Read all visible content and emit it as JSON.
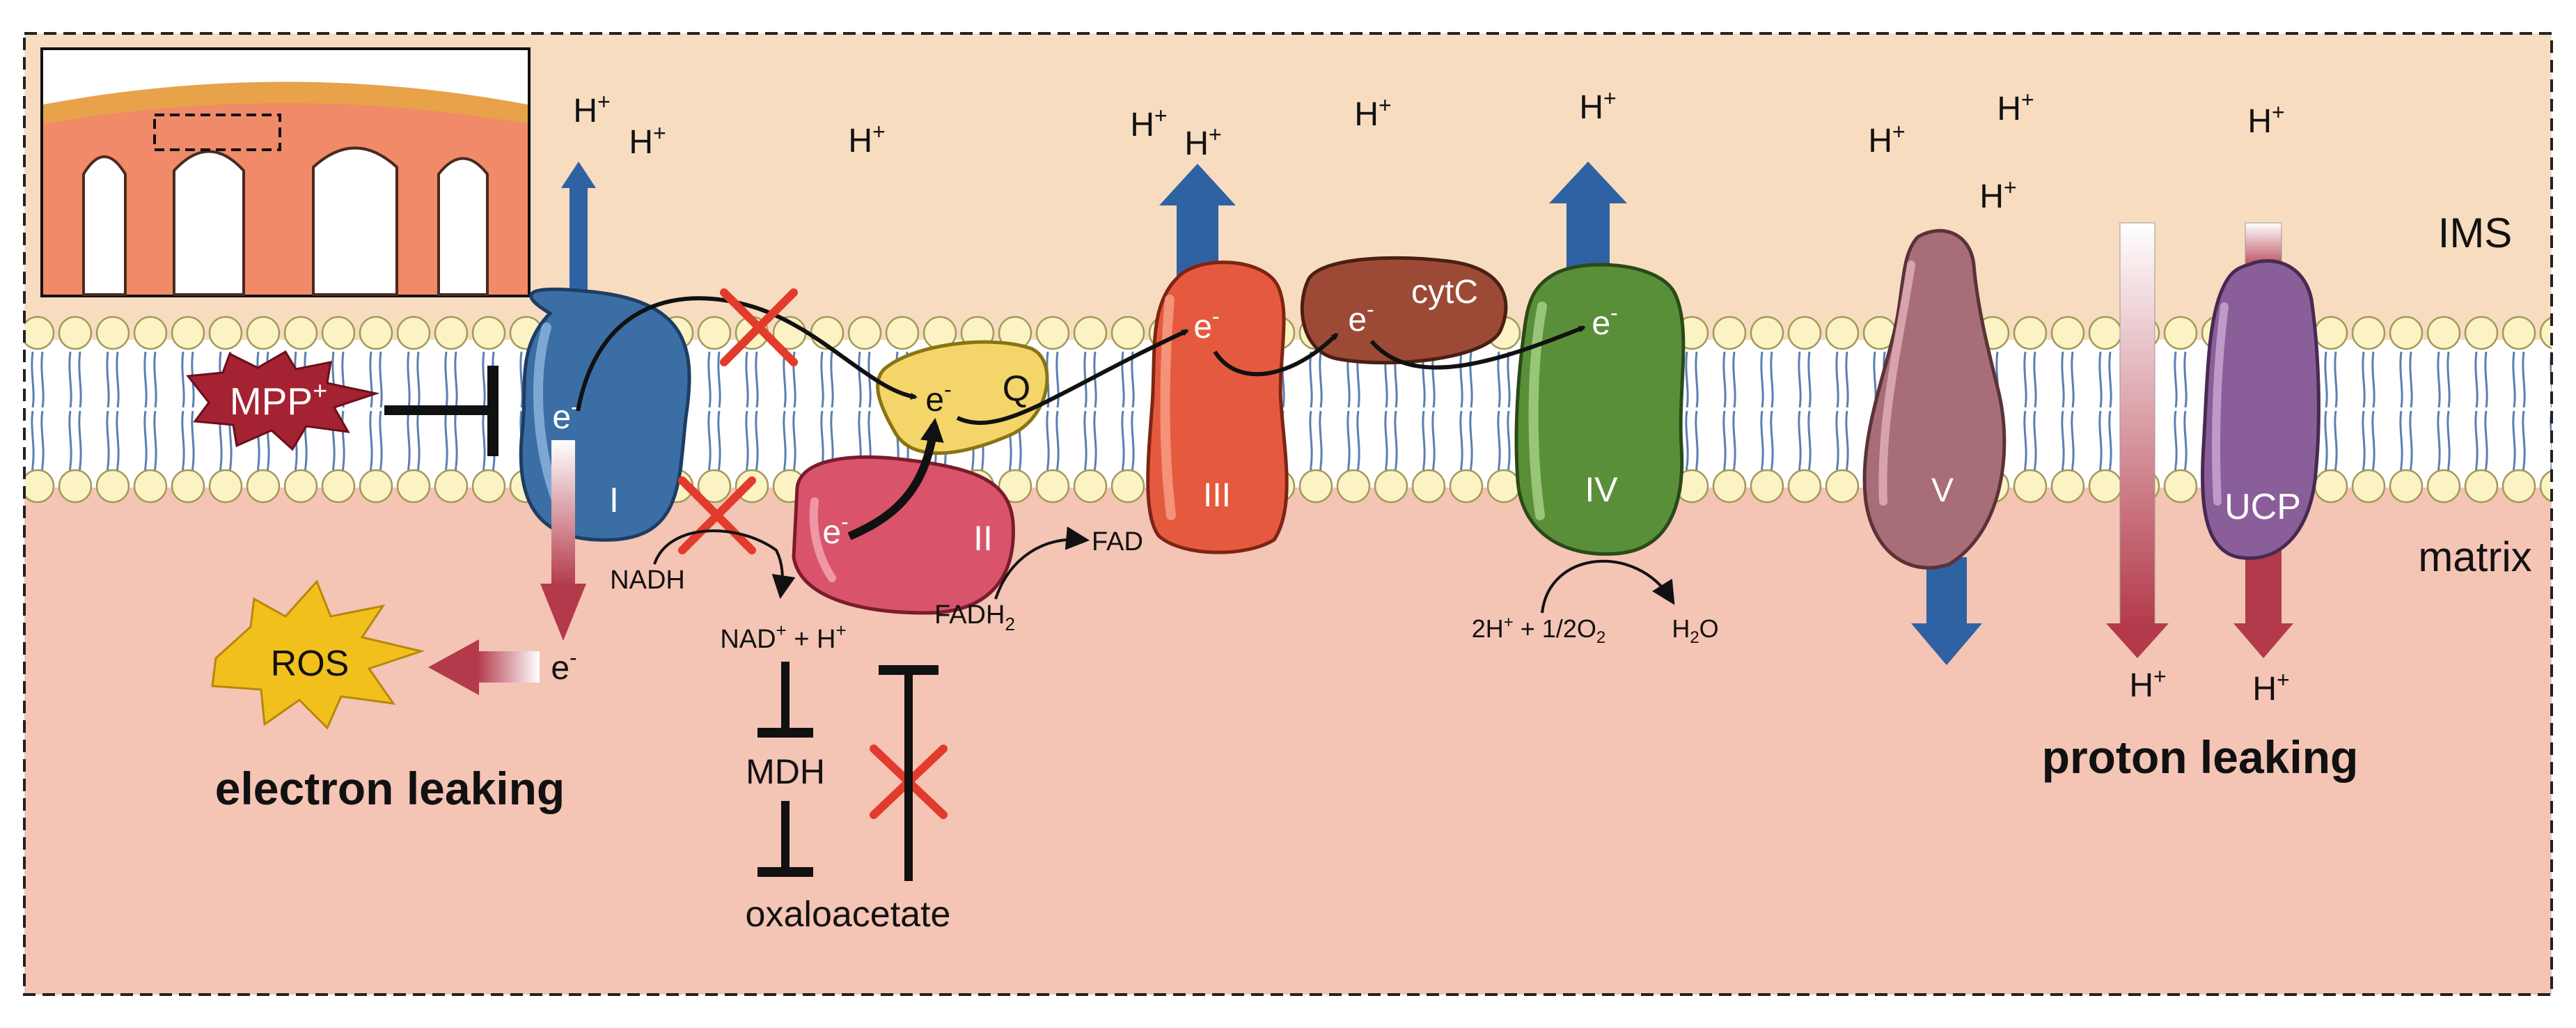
{
  "regions": {
    "ims": "IMS",
    "matrix": "matrix"
  },
  "complexes": {
    "c1": "I",
    "c2": "II",
    "c3": "III",
    "c4": "IV",
    "c5": "V",
    "ucp": "UCP",
    "q": "Q",
    "cytc": "cytC"
  },
  "electron": "e",
  "electron_sup": "-",
  "proton": "H",
  "proton_sup": "+",
  "inhibitor": {
    "mpp": "MPP",
    "mpp_sup": "+"
  },
  "ros": "ROS",
  "metabolites": {
    "nadh": "NADH",
    "nad_main": "NAD",
    "nad_sup": "+",
    "nad_tail": " + H",
    "nad_tail_sup": "+",
    "fad": "FAD",
    "fadh2": "FADH",
    "fadh2_sub": "2",
    "mdh": "MDH",
    "oxaloacetate": "oxaloacetate",
    "o2_a": "2H",
    "o2_a_sup": "+",
    "o2_b": " + 1/2O",
    "o2_b_sub": "2",
    "h2o_a": "H",
    "h2o_a_sub": "2",
    "h2o_b": "O"
  },
  "captions": {
    "electron_leaking": "electron leaking",
    "proton_leaking": "proton leaking"
  },
  "colors": {
    "ims_bg": "#f8dcc0",
    "matrix_bg": "#f4c4b5",
    "complex_I": "#3b6ea5",
    "complex_II": "#d9546a",
    "complex_III": "#e55a3e",
    "complex_IV": "#5a8f3a",
    "complex_V": "#a86e78",
    "ucp": "#8a5e98",
    "q": "#f4d56a",
    "cytc": "#9c4a36",
    "mpp": "#a42232",
    "ros": "#f2c01c",
    "proton_arrow": "#2e62a3",
    "leak_arrow": "#b33a4a",
    "inhibit_x": "#e23b2c"
  }
}
